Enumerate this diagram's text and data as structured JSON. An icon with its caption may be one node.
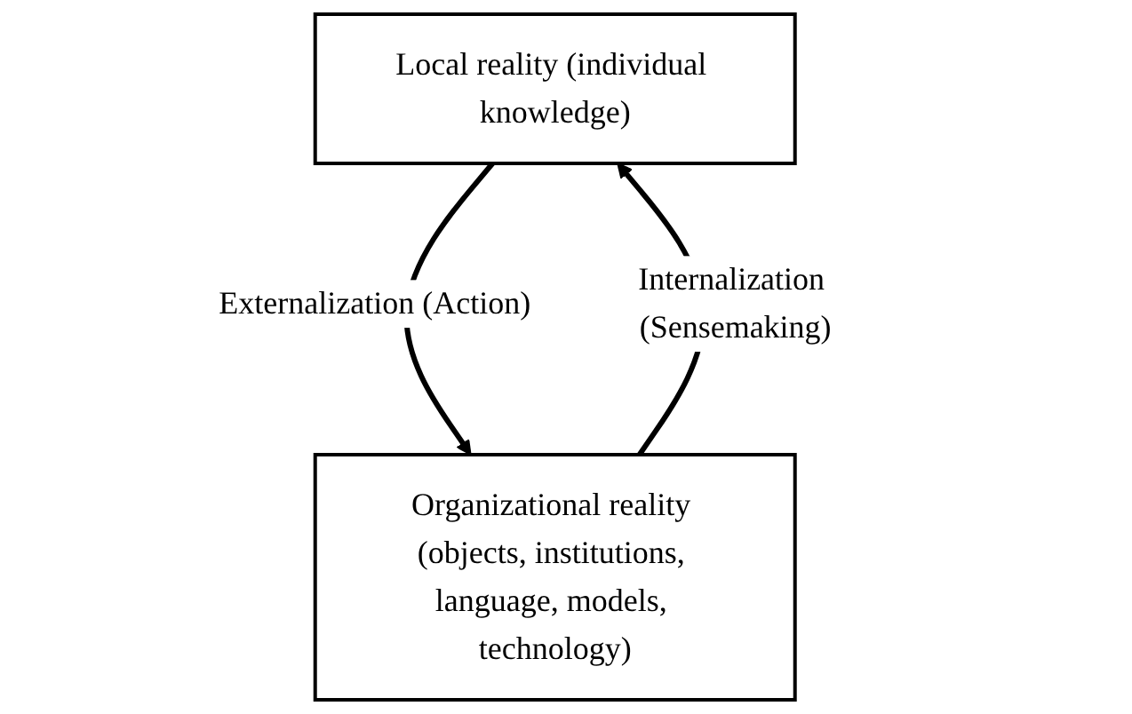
{
  "diagram": {
    "nodes": [
      {
        "text": [
          "Local reality (individual knowledge)"
        ]
      },
      {
        "text": [
          "Organizational reality (objects, institutions, language, models, technology)"
        ]
      }
    ],
    "edges": [
      {
        "from": 0,
        "to": 1,
        "arrow": "to",
        "label": "Externalization (Action)"
      },
      {
        "from": 1,
        "to": 0,
        "arrow": "to",
        "label": "Internalization (Sensemaking)"
      }
    ]
  }
}
